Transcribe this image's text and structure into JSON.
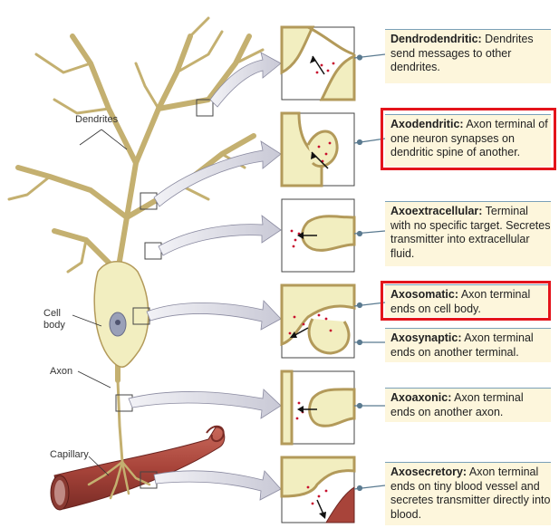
{
  "labels": {
    "dendrites": "Dendrites",
    "cell_body": "Cell\nbody",
    "axon": "Axon",
    "capillary": "Capillary"
  },
  "synapses": [
    {
      "term": "Dendrodendritic:",
      "desc": " Dendrites send messages to other dendrites.",
      "highlighted": false
    },
    {
      "term": "Axodendritic:",
      "desc": " Axon terminal of one neuron synapses on dendritic spine of another.",
      "highlighted": true
    },
    {
      "term": "Axoextracellular:",
      "desc": " Terminal with no specific target. Secretes transmitter into extracellular fluid.",
      "highlighted": false
    },
    {
      "term": "Axosomatic:",
      "desc": " Axon terminal ends on cell body.",
      "highlighted": true
    },
    {
      "term": "Axosynaptic:",
      "desc": " Axon terminal ends on another terminal.",
      "highlighted": false
    },
    {
      "term": "Axoaxonic:",
      "desc": " Axon terminal ends on another axon.",
      "highlighted": false
    },
    {
      "term": "Axosecretory:",
      "desc": " Axon terminal ends on tiny blood vessel and secretes transmitter directly into blood.",
      "highlighted": false
    }
  ],
  "colors": {
    "neuron_fill": "#f2eec0",
    "neuron_outline": "#b39a5a",
    "box_fill": "#fdf6dc",
    "highlight": "#e4141b",
    "arrow_fill": "#dcdce6",
    "capillary": "#a8443a",
    "transmitter_dot": "#c8102e"
  }
}
